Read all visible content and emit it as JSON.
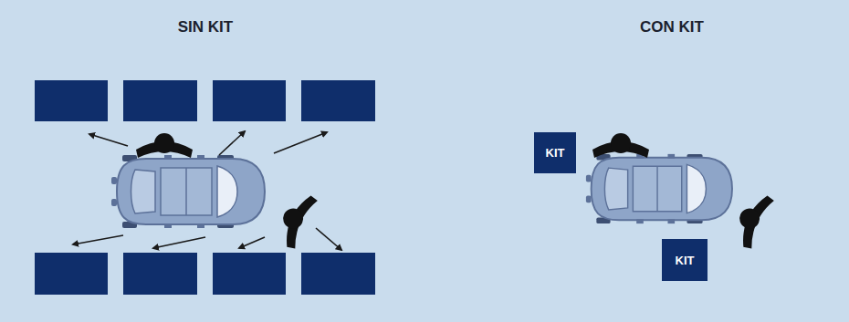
{
  "diagram": {
    "nodes": [
      {
        "text": [
          "KIT"
        ]
      },
      {
        "text": [
          "KIT"
        ]
      }
    ],
    "labels": [
      "SIN KIT",
      "CON KIT"
    ]
  }
}
